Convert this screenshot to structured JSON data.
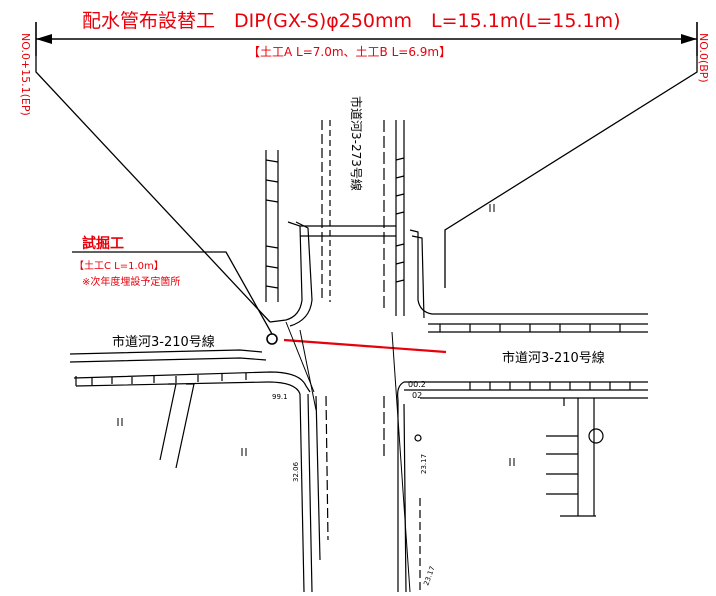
{
  "title": "配水管布設替工　DIP(GX-S)φ250mm　L=15.1m(L=15.1m)",
  "subtitle": "【土工A L=7.0m、土工B L=6.9m】",
  "station_left": "NO.0+15.1(EP)",
  "station_right": "NO.0(BP)",
  "test_pit": {
    "title": "試掘工",
    "line1": "【土工C L=1.0m】",
    "line2": "※次年度埋設予定箇所"
  },
  "road_labels": {
    "vertical": "市道河3-273号線",
    "horizontal_left": "市道河3-210号線",
    "horizontal_right": "市道河3-210号線"
  },
  "small_labels": {
    "elev_99": "99.1",
    "elev_32": "32.06",
    "elev_23a": "23.17",
    "elev_23b": "23.17",
    "mark_02": "02",
    "mark_002": "00.2"
  },
  "colors": {
    "annotation": "#e8000b",
    "linework": "#000000"
  }
}
